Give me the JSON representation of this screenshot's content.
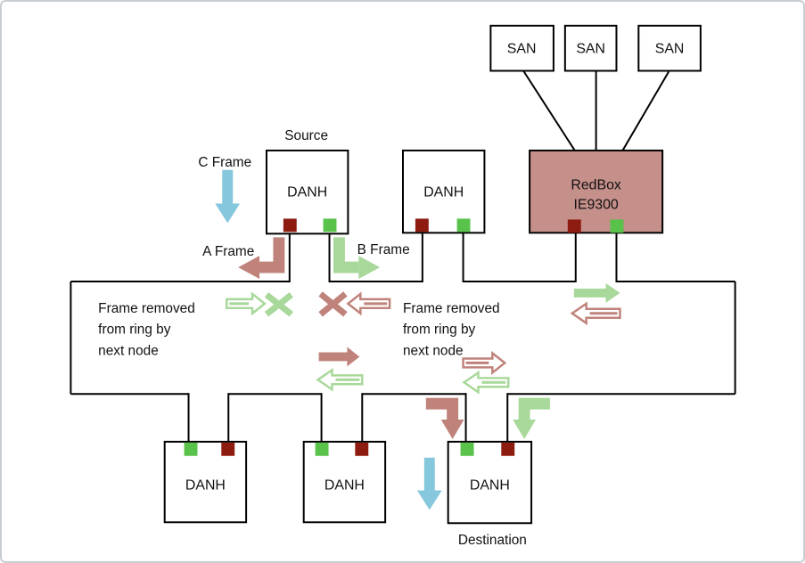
{
  "labels": {
    "source": "Source",
    "destination": "Destination",
    "c_frame": "C Frame",
    "a_frame": "A Frame",
    "b_frame": "B Frame",
    "san": "SAN",
    "danh": "DANH",
    "redbox_line1": "RedBox",
    "redbox_line2": "IE9300"
  },
  "notes": {
    "left": {
      "line1": "Frame removed",
      "line2": "from ring by",
      "line3": "next node"
    },
    "right": {
      "line1": "Frame removed",
      "line2": "from ring by",
      "line3": "next node"
    }
  },
  "colors": {
    "ring_line": "#000000",
    "box_border": "#000000",
    "redbox_fill": "#c58f8a",
    "port_red": "#8e1b10",
    "port_green": "#58c24a",
    "arrow_red": "#c0837b",
    "arrow_green": "#a8d89a",
    "arrow_blue": "#85c7dc",
    "text": "#111111",
    "canvas_border": "#c9ced4"
  }
}
